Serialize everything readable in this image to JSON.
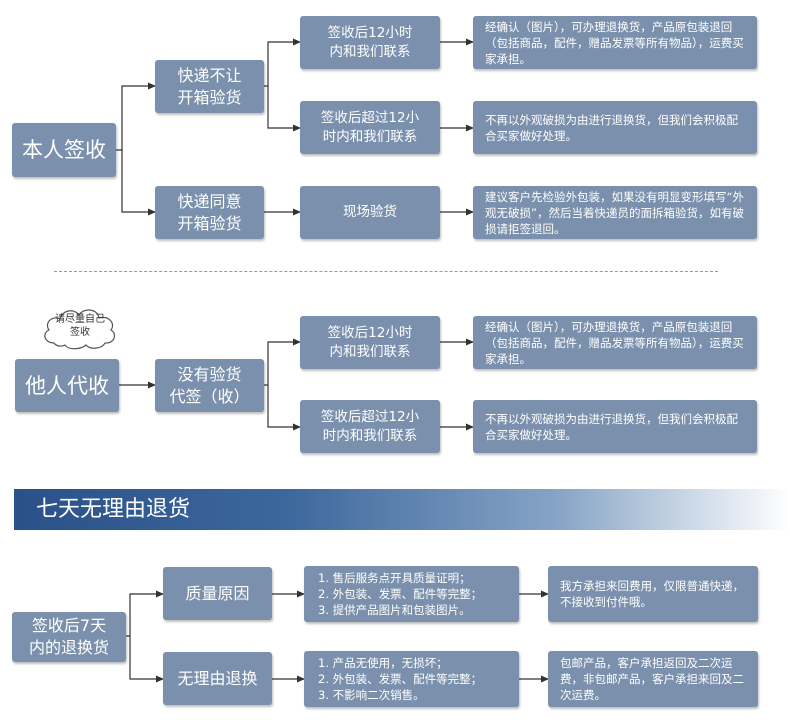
{
  "section1": {
    "root": "本人签收",
    "branch_a": "快递不让\n开箱验货",
    "branch_b": "快递同意\n开箱验货",
    "a1_cond": "签收后12小时\n内和我们联系",
    "a1_result": "经确认（图片），可办理退换货，产品原包装退回（包括商品，配件，赠品发票等所有物品），运费买家承担。",
    "a2_cond": "签收后超过12小\n时内和我们联系",
    "a2_result": "不再以外观破损为由进行退换货，但我们会积极配合买家做好处理。",
    "b1_cond": "现场验货",
    "b1_result": "建议客户先检验外包装，如果没有明显变形填写“外观无破损”，然后当着快递员的面拆箱验货，如有破损请拒签退回。"
  },
  "section2": {
    "root": "他人代收",
    "cloud_note": "请尽量自己\n签收",
    "branch": "没有验货\n代签（收）",
    "c1_cond": "签收后12小时\n内和我们联系",
    "c1_result": "经确认（图片），可办理退换货，产品原包装退回（包括商品，配件，赠品发票等所有物品），运费买家承担。",
    "c2_cond": "签收后超过12小\n时内和我们联系",
    "c2_result": "不再以外观破损为由进行退换货，但我们会积极配合买家做好处理。"
  },
  "banner": {
    "title": "七天无理由退货"
  },
  "section3": {
    "root": "签收后7天\n内的退换货",
    "quality": "质量原因",
    "quality_steps": "1. 售后服务点开具质量证明；\n2. 外包装、发票、配件等完整；\n3. 提供产品图片和包装图片。",
    "quality_result": "我方承担来回费用，仅限普通快递，不接收到付件哦。",
    "noreason": "无理由退换",
    "noreason_steps": "1. 产品无使用，无损坏；\n2. 外包装、发票、配件等完整；\n3. 不影响二次销售。",
    "noreason_result": "包邮产品，客户承担返回及二次运费，非包邮产品，客户承担来回及二次运费。"
  },
  "colors": {
    "box": "#7a90ac",
    "line": "#333333",
    "banner_start": "#2a5189"
  }
}
